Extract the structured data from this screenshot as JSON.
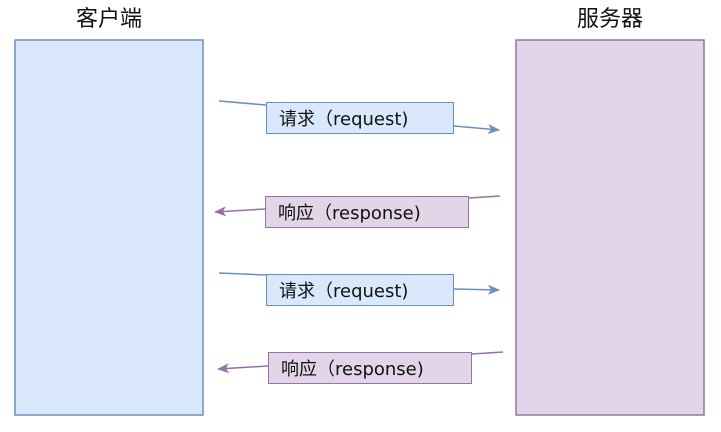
{
  "colors": {
    "client_fill": "#dae8fc",
    "client_stroke": "#6c8ebf",
    "server_fill": "#e1d5e7",
    "server_stroke": "#9673a6"
  },
  "client": {
    "title": "客户端"
  },
  "server": {
    "title": "服务器"
  },
  "messages": [
    {
      "label": "请求（request)",
      "direction": "client-to-server"
    },
    {
      "label": "响应（response)",
      "direction": "server-to-client"
    },
    {
      "label": "请求（request)",
      "direction": "client-to-server"
    },
    {
      "label": "响应（response)",
      "direction": "server-to-client"
    }
  ]
}
